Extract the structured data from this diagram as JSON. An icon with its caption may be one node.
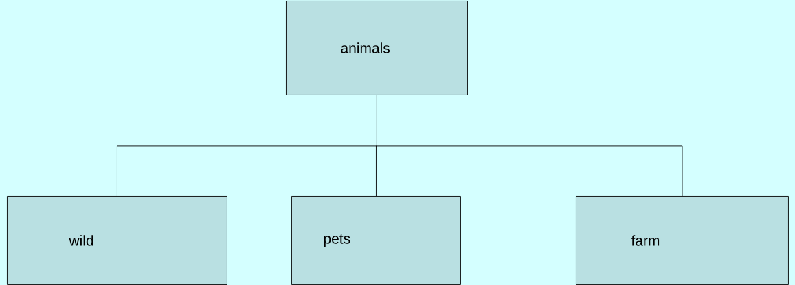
{
  "diagram": {
    "nodes": [
      {
        "text": [
          "animals"
        ]
      },
      {
        "text": [
          "wild"
        ]
      },
      {
        "text": [
          "pets"
        ]
      },
      {
        "text": [
          "farm"
        ]
      }
    ],
    "edges": [
      {
        "from": 0,
        "to": 1,
        "arrow": "none"
      },
      {
        "from": 0,
        "to": 2,
        "arrow": "none"
      },
      {
        "from": 0,
        "to": 3,
        "arrow": "none"
      }
    ]
  }
}
